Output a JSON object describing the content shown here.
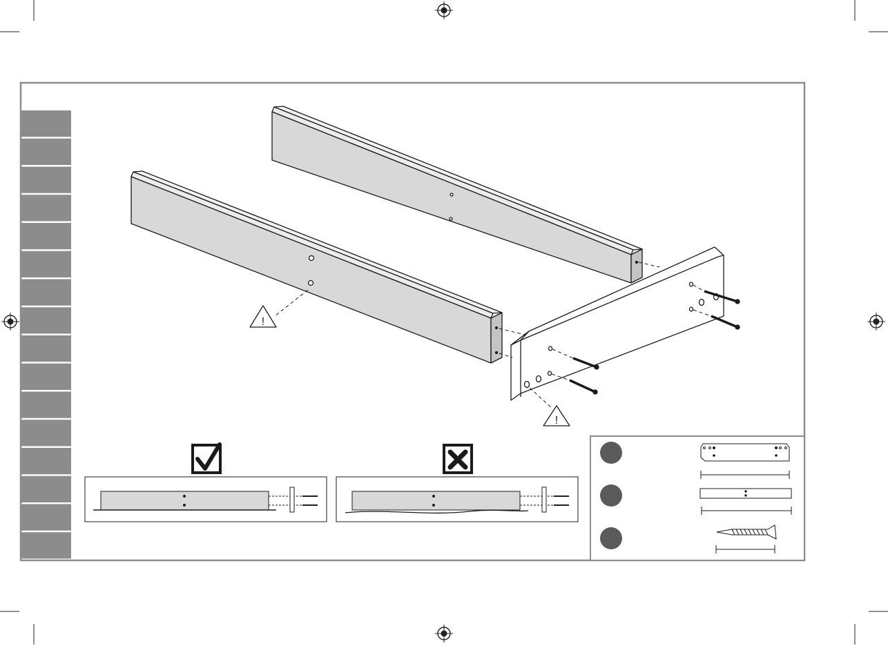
{
  "colors": {
    "frame": "#8c8c8c",
    "tab_fill": "#8c8c8c",
    "board_fill": "#d8d8d8",
    "line": "#1a1a1a",
    "badge": "#5a5a5a"
  },
  "icons": {
    "registration_marks": "registration-crosshair-icon",
    "warning": "warning-triangle-icon",
    "correct": "check-box-icon",
    "incorrect": "x-box-icon",
    "part_badge": "part-badge-circle-icon"
  },
  "side_tabs": {
    "count": 16
  },
  "warning_symbol": "!",
  "parts_legend": [
    {
      "part": "headboard-panel"
    },
    {
      "part": "side-rail"
    },
    {
      "part": "wood-screw"
    }
  ]
}
